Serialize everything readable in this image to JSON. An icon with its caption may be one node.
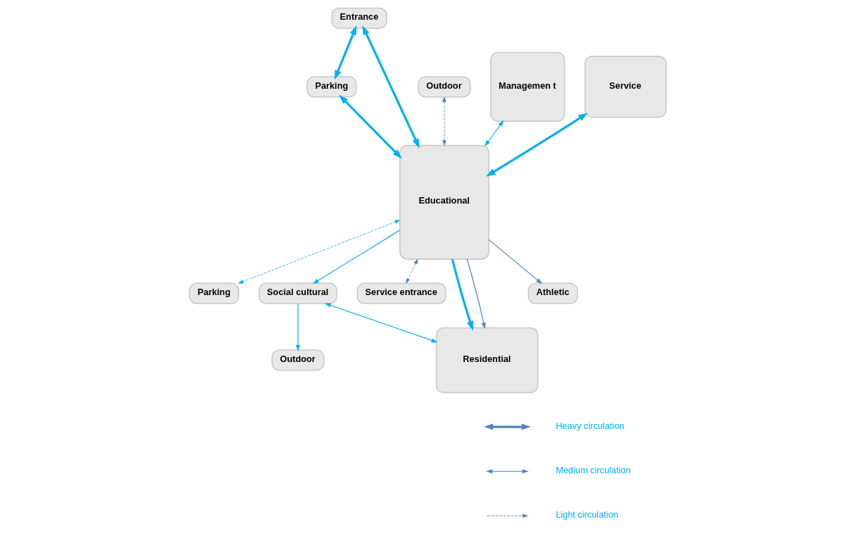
{
  "diagram": {
    "nodes": [
      {
        "text": [
          "Entrance"
        ]
      },
      {
        "text": [
          "Parking"
        ]
      },
      {
        "text": [
          "Parking"
        ]
      },
      {
        "text": [
          "Outdoor"
        ]
      },
      {
        "text": [
          "Outdoor"
        ]
      },
      {
        "text": [
          "Managemen t"
        ]
      },
      {
        "text": [
          "Educational"
        ]
      },
      {
        "text": [
          "Social cultural"
        ]
      },
      {
        "text": [
          "Service entrance"
        ]
      },
      {
        "text": [
          "Service"
        ]
      },
      {
        "text": [
          "Residential"
        ]
      },
      {
        "text": [
          "Athletic"
        ]
      }
    ],
    "edges": [
      {
        "from": 0,
        "to": 1,
        "arrow": "both",
        "style": "thick"
      },
      {
        "from": 6,
        "to": 0,
        "arrow": "both",
        "style": "thick"
      },
      {
        "from": 1,
        "to": 6,
        "arrow": "both",
        "style": "thick"
      },
      {
        "from": 6,
        "to": 2,
        "arrow": "both",
        "style": "dashed"
      },
      {
        "from": 3,
        "to": 6,
        "arrow": "both",
        "style": "dashed",
        "color": "#4f81bd"
      },
      {
        "from": 5,
        "to": 6,
        "arrow": "both"
      },
      {
        "from": 6,
        "to": 7,
        "arrow": "to"
      },
      {
        "from": 7,
        "to": 4,
        "arrow": "to"
      },
      {
        "from": 7,
        "to": 10,
        "arrow": "both"
      },
      {
        "from": 6,
        "to": 8,
        "arrow": "both",
        "style": "dashed",
        "color": "#4f81bd"
      },
      {
        "from": 9,
        "to": 6,
        "arrow": "both",
        "style": "thick"
      },
      {
        "from": 6,
        "to": 10,
        "arrow": "to",
        "style": "thick"
      },
      {
        "from": 6,
        "to": 11,
        "arrow": "to",
        "color": "#4f81bd"
      },
      {
        "from": 6,
        "to": 10,
        "arrow": "to",
        "color": "#4f81bd"
      }
    ],
    "legend": [
      {
        "text": "Heavy circulation"
      },
      {
        "text": "Medium circulation"
      },
      {
        "text": "Light circulation"
      }
    ]
  }
}
